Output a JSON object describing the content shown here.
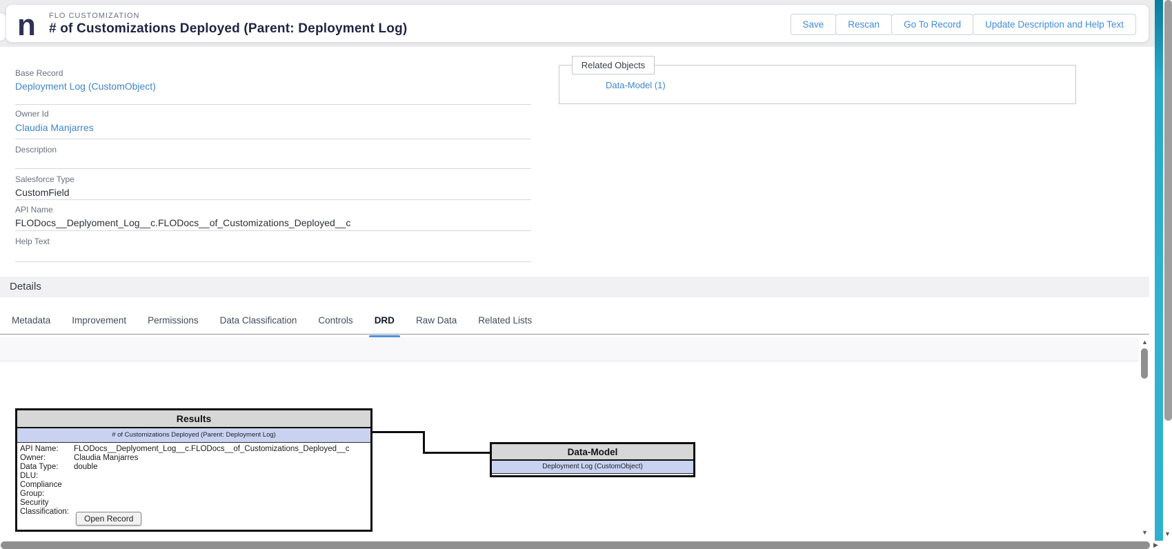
{
  "header": {
    "logo_glyph": "n",
    "eyebrow": "FLO CUSTOMIZATION",
    "title": "# of Customizations Deployed (Parent: Deployment Log)",
    "buttons": [
      {
        "label": "Save"
      },
      {
        "label": "Rescan"
      },
      {
        "label": "Go To Record"
      },
      {
        "label": "Update Description and Help Text"
      }
    ]
  },
  "fields": [
    {
      "label": "Base Record",
      "value": "Deployment Log (CustomObject)",
      "is_link": true
    },
    {
      "label": "Owner Id",
      "value": "Claudia Manjarres",
      "is_link": true
    },
    {
      "label": "Description",
      "value": "",
      "is_link": false
    },
    {
      "label": "Salesforce Type",
      "value": "CustomField",
      "is_link": false
    },
    {
      "label": "API Name",
      "value": "FLODocs__Deplyoment_Log__c.FLODocs__of_Customizations_Deployed__c",
      "is_link": false
    },
    {
      "label": "Help Text",
      "value": "",
      "is_link": false
    }
  ],
  "related_objects": {
    "legend": "Related Objects",
    "link": "Data-Model (1)"
  },
  "details": {
    "title": "Details"
  },
  "tabs": [
    {
      "label": "Metadata",
      "active": false
    },
    {
      "label": "Improvement",
      "active": false
    },
    {
      "label": "Permissions",
      "active": false
    },
    {
      "label": "Data Classification",
      "active": false
    },
    {
      "label": "Controls",
      "active": false
    },
    {
      "label": "DRD",
      "active": true
    },
    {
      "label": "Raw Data",
      "active": false
    },
    {
      "label": "Related Lists",
      "active": false
    }
  ],
  "diagram": {
    "results_node": {
      "title": "Results",
      "subtitle": "# of Customizations Deployed (Parent: Deployment Log)",
      "rows": [
        {
          "label": "API Name:",
          "value": "FLODocs__Deplyoment_Log__c.FLODocs__of_Customizations_Deployed__c"
        },
        {
          "label": "Owner:",
          "value": "Claudia Manjarres"
        },
        {
          "label": "Data Type:",
          "value": "double"
        },
        {
          "label": "DLU:",
          "value": ""
        },
        {
          "label": "Compliance Group:",
          "value": ""
        },
        {
          "label": "Security Classification:",
          "value": ""
        }
      ],
      "button": "Open Record"
    },
    "datamodel_node": {
      "title": "Data-Model",
      "row": "Deployment Log (CustomObject)"
    }
  },
  "icons": {
    "scroll_up": "▲",
    "scroll_down": "▼",
    "scroll_right": "▶"
  },
  "colors": {
    "accent_blue": "#3f8cdd",
    "link_blue": "#3f86c8",
    "tab_underline": "#4a90e2",
    "teal_scrollbar": "#2fb0cf",
    "node_header_gray": "#d7d7d7",
    "node_blue_row": "#c9d3f1",
    "title_navy": "#1f2440"
  }
}
